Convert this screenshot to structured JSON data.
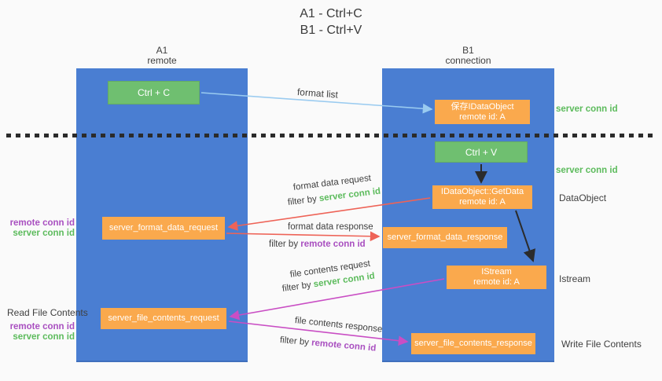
{
  "title": {
    "line1": "A1 - Ctrl+C",
    "line2": "B1 - Ctrl+V"
  },
  "lifelines": {
    "a1": {
      "name": "A1",
      "role": "remote"
    },
    "b1": {
      "name": "B1",
      "role": "connection"
    }
  },
  "nodes": {
    "ctrl_c": "Ctrl + C",
    "ctrl_v": "Ctrl + V",
    "save_idataobject": {
      "line1": "保存IDataObject",
      "line2": "remote id: A"
    },
    "getdata": {
      "line1": "IDataObject::GetData",
      "line2": "remote id: A"
    },
    "istream": {
      "line1": "IStream",
      "line2": "remote id: A"
    },
    "format_request": "server_format_data_request",
    "format_response": "server_format_data_response",
    "file_request": "server_file_contents_request",
    "file_response": "server_file_contents_response"
  },
  "arrow_labels": {
    "format_list": "format list",
    "format_data_request": "format data request",
    "format_data_response": "format data response",
    "file_contents_request": "file contents request",
    "file_contents_response": "file contents response",
    "filter_by": "filter by ",
    "server_conn_id": "server conn id",
    "remote_conn_id": "remote conn id"
  },
  "side_labels": {
    "server_conn_id_top": "server conn id",
    "server_conn_id_mid": "server conn id",
    "dataobject": "DataObject",
    "istream": "Istream",
    "read_file_contents": "Read File Contents",
    "write_file_contents": "Write File Contents",
    "remote_conn_id": "remote conn id",
    "server_conn_id": "server conn id"
  },
  "colors": {
    "background": "#fafafa",
    "column_blue": "#4a7ed2",
    "box_orange": "#faa94d",
    "box_green": "#6fbf70",
    "text_dark": "#3f3f3f",
    "green_label": "#5cbb5c",
    "purple_label": "#a94fc0",
    "arrow_light_blue": "#9acbf0",
    "arrow_red": "#ee6357",
    "arrow_magenta": "#c94ec4",
    "arrow_black": "#2b2b2b"
  }
}
